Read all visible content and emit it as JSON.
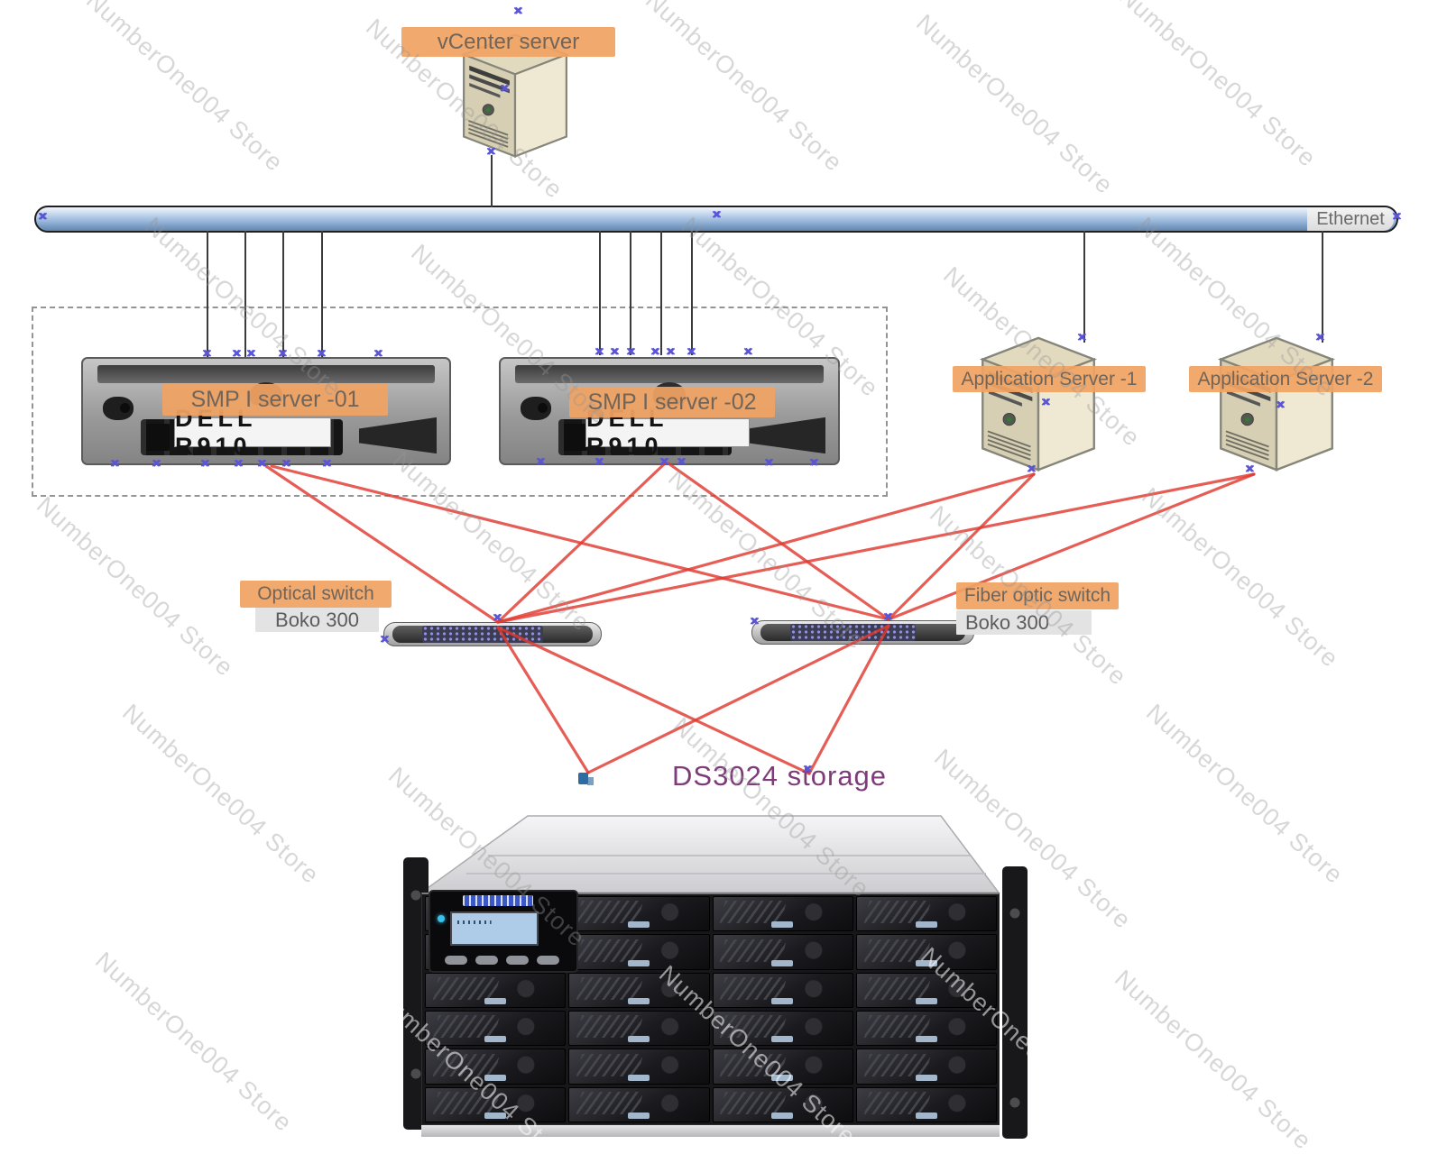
{
  "watermark": {
    "text": "NumberOne004 Store"
  },
  "nodes": {
    "vcenter": {
      "label": "vCenter server"
    },
    "ethernet": {
      "label": "Ethernet"
    },
    "smp1": {
      "label": "SMP I server -01",
      "model": "DELL  R910"
    },
    "smp2": {
      "label": "SMP I server -02",
      "model": "DELL  R910"
    },
    "app1": {
      "label": "Application Server -1"
    },
    "app2": {
      "label": "Application Server -2"
    },
    "switch1": {
      "label": "Optical switch",
      "model": "Boko 300"
    },
    "switch2": {
      "label": "Fiber optic switch",
      "model": "Boko 300"
    },
    "storage": {
      "label": "DS3024 storage"
    }
  },
  "connections": [
    {
      "from": "vCenter server",
      "to": "Ethernet",
      "type": "ethernet",
      "links": 1
    },
    {
      "from": "SMP I server -01",
      "to": "Ethernet",
      "type": "ethernet",
      "links": 4
    },
    {
      "from": "SMP I server -02",
      "to": "Ethernet",
      "type": "ethernet",
      "links": 4
    },
    {
      "from": "Application Server -1",
      "to": "Ethernet",
      "type": "ethernet",
      "links": 1
    },
    {
      "from": "Application Server -2",
      "to": "Ethernet",
      "type": "ethernet",
      "links": 1
    },
    {
      "from": "SMP I server -01",
      "to": "Optical switch Boko 300",
      "type": "fiber",
      "links": 1
    },
    {
      "from": "SMP I server -01",
      "to": "Fiber optic switch Boko 300",
      "type": "fiber",
      "links": 1
    },
    {
      "from": "SMP I server -02",
      "to": "Optical switch Boko 300",
      "type": "fiber",
      "links": 1
    },
    {
      "from": "SMP I server -02",
      "to": "Fiber optic switch Boko 300",
      "type": "fiber",
      "links": 1
    },
    {
      "from": "Application Server -1",
      "to": "Optical switch Boko 300",
      "type": "fiber",
      "links": 1
    },
    {
      "from": "Application Server -1",
      "to": "Fiber optic switch Boko 300",
      "type": "fiber",
      "links": 1
    },
    {
      "from": "Application Server -2",
      "to": "Optical switch Boko 300",
      "type": "fiber",
      "links": 1
    },
    {
      "from": "Application Server -2",
      "to": "Fiber optic switch Boko 300",
      "type": "fiber",
      "links": 1
    },
    {
      "from": "Optical switch Boko 300",
      "to": "DS3024 storage",
      "type": "fiber",
      "links": 2
    },
    {
      "from": "Fiber optic switch Boko 300",
      "to": "DS3024 storage",
      "type": "fiber",
      "links": 2
    }
  ],
  "colors": {
    "label_bg": "#f0a263",
    "fiber_link": "#e0392f",
    "ethernet_link": "#3b3b3b",
    "bus_fill": "#93b3d8",
    "storage_label": "#7d3c78",
    "handle": "#5a55d4"
  }
}
